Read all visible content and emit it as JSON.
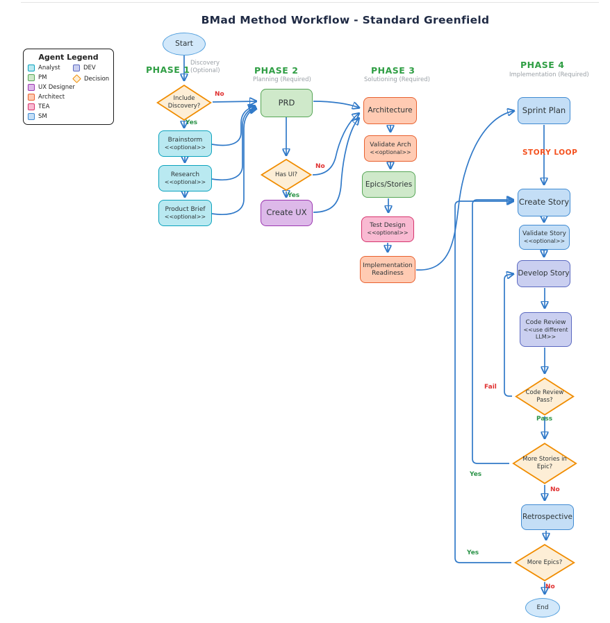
{
  "title": "BMad Method Workflow - Standard Greenfield",
  "colors": {
    "edge": "#3079c8",
    "phase_title": "#2f9e44",
    "phase_subtitle": "#9aa0a6",
    "label_no": "#e03131",
    "label_yes": "#2b9348",
    "story_loop": "#f4511e"
  },
  "palette": {
    "analyst": {
      "fill": "#b9e9f1",
      "stroke": "#0aa2bd"
    },
    "pm": {
      "fill": "#cfe9ca",
      "stroke": "#55a555"
    },
    "ux": {
      "fill": "#ddb9e9",
      "stroke": "#9b36b0"
    },
    "architect": {
      "fill": "#ffcbb3",
      "stroke": "#e8602e"
    },
    "tea": {
      "fill": "#f9bad2",
      "stroke": "#d6336c"
    },
    "sm": {
      "fill": "#c4def6",
      "stroke": "#3f8ad2"
    },
    "dev": {
      "fill": "#cacff0",
      "stroke": "#5a68c0"
    },
    "decision": {
      "fill": "#fdeed6",
      "stroke": "#f08c00"
    },
    "terminal": {
      "fill": "#d2e8fa",
      "stroke": "#54a0dd"
    }
  },
  "legend": {
    "title": "Agent Legend",
    "items": [
      {
        "label": "Analyst"
      },
      {
        "label": "PM"
      },
      {
        "label": "UX Designer"
      },
      {
        "label": "Architect"
      },
      {
        "label": "TEA"
      },
      {
        "label": "SM"
      },
      {
        "label": "DEV"
      },
      {
        "label": "Decision"
      }
    ]
  },
  "phases": [
    {
      "name": "PHASE 1",
      "subtitle": "Discovery (Optional)"
    },
    {
      "name": "PHASE 2",
      "subtitle": "Planning (Required)"
    },
    {
      "name": "PHASE 3",
      "subtitle": "Solutioning (Required)"
    },
    {
      "name": "PHASE 4",
      "subtitle": "Implementation (Required)"
    }
  ],
  "nodes": {
    "start": {
      "label": "Start"
    },
    "include_discovery": {
      "label": "Include Discovery?"
    },
    "brainstorm": {
      "label": "Brainstorm",
      "sub": "<<optional>>"
    },
    "research": {
      "label": "Research",
      "sub": "<<optional>>"
    },
    "product_brief": {
      "label": "Product Brief",
      "sub": "<<optional>>"
    },
    "prd": {
      "label": "PRD"
    },
    "has_ui": {
      "label": "Has UI?"
    },
    "create_ux": {
      "label": "Create UX"
    },
    "architecture": {
      "label": "Architecture"
    },
    "validate_arch": {
      "label": "Validate Arch",
      "sub": "<<optional>>"
    },
    "epics_stories": {
      "label": "Epics/Stories"
    },
    "test_design": {
      "label": "Test Design",
      "sub": "<<optional>>"
    },
    "impl_readiness": {
      "label": "Implementation Readiness"
    },
    "sprint_plan": {
      "label": "Sprint Plan"
    },
    "create_story": {
      "label": "Create Story"
    },
    "validate_story": {
      "label": "Validate Story",
      "sub": "<<optional>>"
    },
    "develop_story": {
      "label": "Develop Story"
    },
    "code_review": {
      "label": "Code Review",
      "sub": "<<use different LLM>>"
    },
    "code_review_pass": {
      "label": "Code Review Pass?"
    },
    "more_stories": {
      "label": "More Stories in Epic?"
    },
    "retrospective": {
      "label": "Retrospective"
    },
    "more_epics": {
      "label": "More Epics?"
    },
    "end": {
      "label": "End"
    }
  },
  "edge_labels": {
    "discovery_no": "No",
    "discovery_yes": "Yes",
    "hasui_no": "No",
    "hasui_yes": "Yes",
    "story_loop": "STORY LOOP",
    "fail": "Fail",
    "pass": "Pass",
    "more_stories_yes": "Yes",
    "more_stories_no": "No",
    "more_epics_yes": "Yes",
    "more_epics_no": "No"
  }
}
